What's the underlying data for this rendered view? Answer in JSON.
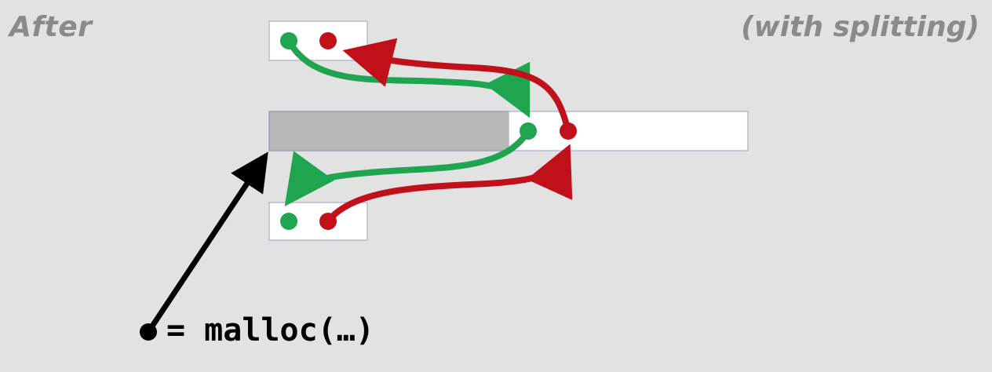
{
  "title": "After",
  "subtitle": "(with splitting)",
  "code": "= malloc(…)",
  "colors": {
    "background": "#e2e2e2",
    "block_fill": "#ffffff",
    "block_border": "#b9b9cf",
    "allocated_fill": "#b8b8b8",
    "next_pointer": "#1fa550",
    "prev_pointer": "#c0101a",
    "result_pointer": "#000000",
    "label_gray": "#8a8a8a"
  }
}
